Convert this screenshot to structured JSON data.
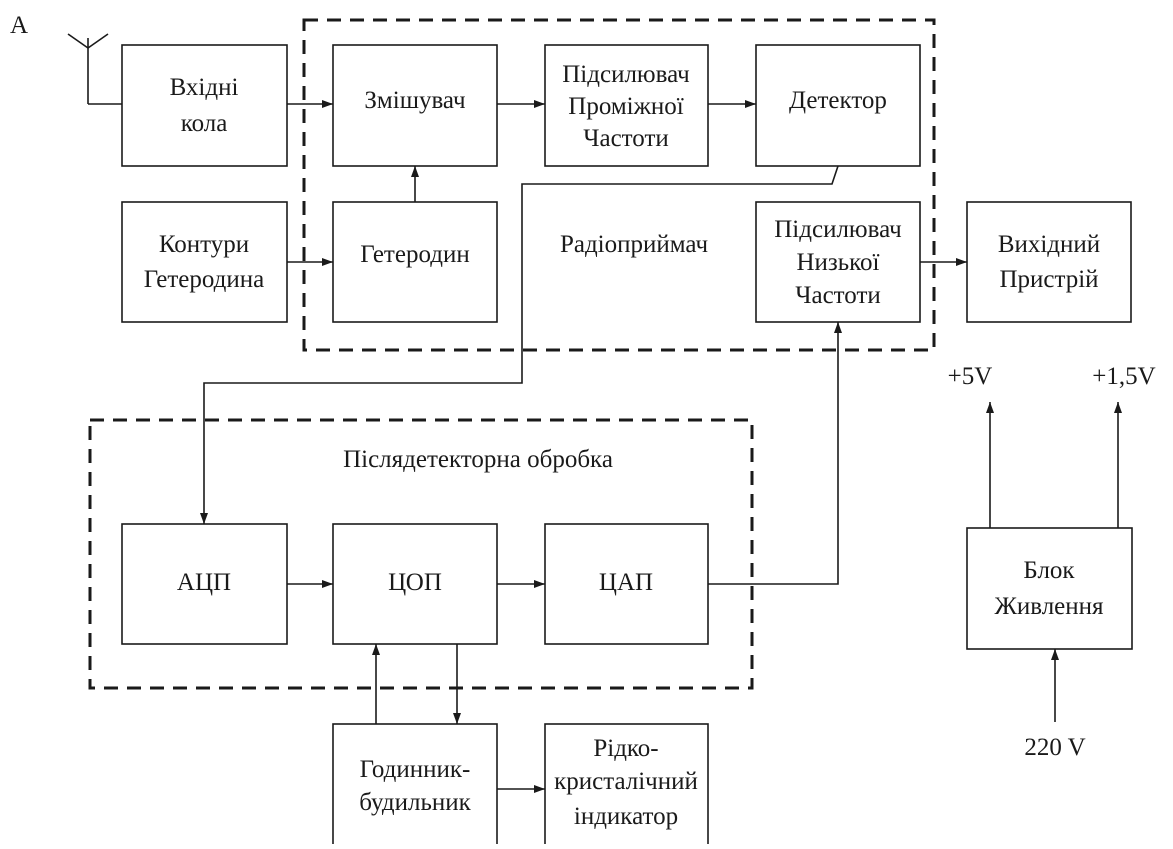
{
  "corner_label": "A",
  "radio_receiver": {
    "label": "Радіоприймач",
    "blocks": {
      "mixer": [
        "Змішувач"
      ],
      "if_amp": [
        "Підсилювач",
        "Проміжної",
        "Частоти"
      ],
      "detector": [
        "Детектор"
      ],
      "local_osc": [
        "Гетеродин"
      ],
      "lf_amp": [
        "Підсилювач",
        "Низької",
        "Частоти"
      ]
    }
  },
  "input_circuits": [
    "Вхідні",
    "кола"
  ],
  "lo_circuits": [
    "Контури",
    "Гетеродина"
  ],
  "output_device": [
    "Вихідний",
    "Пристрій"
  ],
  "post_detection": {
    "label": "Післядетекторна обробка",
    "blocks": {
      "adc": [
        "АЦП"
      ],
      "dsp": [
        "ЦОП"
      ],
      "dac": [
        "ЦАП"
      ]
    }
  },
  "alarm_clock": [
    "Годинник-",
    "будильник"
  ],
  "lcd": [
    "Рідко-",
    "кристалічний",
    "індикатор"
  ],
  "power_supply": {
    "block": [
      "Блок",
      "Живлення"
    ],
    "out1": "+5V",
    "out2": "+1,5V",
    "input": "220 V"
  }
}
